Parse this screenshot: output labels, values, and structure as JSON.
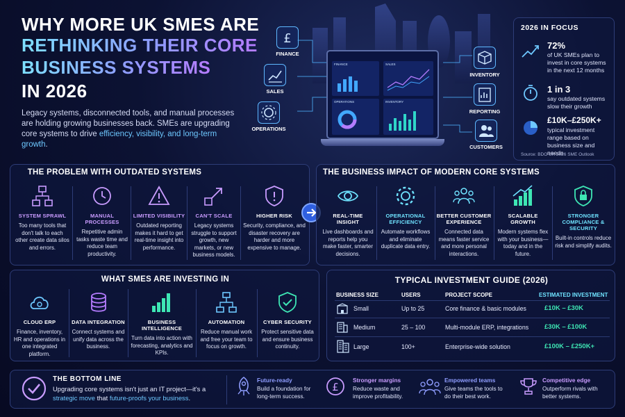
{
  "hero": {
    "line1": "WHY MORE UK SMES ARE",
    "line2": "RETHINKING THEIR CORE",
    "line3": "BUSINESS SYSTEMS",
    "line4": "IN 2026",
    "intro_main": "Legacy systems, disconnected tools, and manual processes are holding growing businesses back. SMEs are upgrading core systems to drive ",
    "intro_highlight": "efficiency, visibility, and long-term growth",
    "intro_end": "."
  },
  "hub": {
    "nodes": [
      {
        "label": "FINANCE",
        "icon": "pound-icon"
      },
      {
        "label": "SALES",
        "icon": "sales-chart-icon"
      },
      {
        "label": "OPERATIONS",
        "icon": "gear-icon"
      },
      {
        "label": "INVENTORY",
        "icon": "box-icon"
      },
      {
        "label": "REPORTING",
        "icon": "report-icon"
      },
      {
        "label": "CUSTOMERS",
        "icon": "people-icon"
      }
    ],
    "screen_panels": [
      "FINANCE",
      "SALES",
      "OPERATIONS",
      "INVENTORY"
    ]
  },
  "focus": {
    "title": "2026 IN FOCUS",
    "stats": [
      {
        "value": "72%",
        "text": "of UK SMEs plan to invest in core systems in the next 12 months",
        "icon": "growth-chart-icon"
      },
      {
        "value": "1 in 3",
        "text": "say outdated systems slow their growth",
        "icon": "stopwatch-icon"
      },
      {
        "value": "£10K–£250K+",
        "text": "typical investment range based on business size and needs",
        "icon": "pie-chart-icon"
      }
    ],
    "source": "Source: BDO UK 2026 SME Outlook"
  },
  "problem": {
    "title": "THE PROBLEM WITH OUTDATED SYSTEMS",
    "items": [
      {
        "title": "SYSTEM SPRAWL",
        "desc": "Too many tools that don't talk to each other create data silos and errors.",
        "icon": "network-icon"
      },
      {
        "title": "MANUAL PROCESSES",
        "desc": "Repetitive admin tasks waste time and reduce team productivity.",
        "icon": "clock-icon"
      },
      {
        "title": "LIMITED VISIBILITY",
        "desc": "Outdated reporting makes it hard to get real-time insight into performance.",
        "icon": "warning-icon"
      },
      {
        "title": "CAN'T SCALE",
        "desc": "Legacy systems struggle to support growth, new markets, or new business models.",
        "icon": "scale-arrow-icon"
      },
      {
        "title": "HIGHER RISK",
        "desc": "Security, compliance, and disaster recovery are harder and more expensive to manage.",
        "icon": "shield-alert-icon"
      }
    ]
  },
  "impact": {
    "title": "THE BUSINESS IMPACT OF MODERN CORE SYSTEMS",
    "items": [
      {
        "title": "REAL-TIME INSIGHT",
        "desc": "Live dashboards and reports help you make faster, smarter decisions.",
        "icon": "eye-icon"
      },
      {
        "title": "OPERATIONAL EFFICIENCY",
        "desc": "Automate workflows and eliminate duplicate data entry.",
        "icon": "gear-icon"
      },
      {
        "title": "BETTER CUSTOMER EXPERIENCE",
        "desc": "Connected data means faster service and more personal interactions.",
        "icon": "people-icon"
      },
      {
        "title": "SCALABLE GROWTH",
        "desc": "Modern systems flex with your business—today and in the future.",
        "icon": "growth-bars-icon"
      },
      {
        "title": "STRONGER COMPLIANCE & SECURITY",
        "desc": "Built-in controls reduce risk and simplify audits.",
        "icon": "shield-lock-icon"
      }
    ]
  },
  "investing": {
    "title": "WHAT SMES ARE INVESTING IN",
    "items": [
      {
        "title": "CLOUD ERP",
        "desc": "Finance, inventory, HR and operations in one integrated platform.",
        "icon": "cloud-icon"
      },
      {
        "title": "DATA INTEGRATION",
        "desc": "Connect systems and unify data across the business.",
        "icon": "database-icon"
      },
      {
        "title": "BUSINESS INTELLIGENCE",
        "desc": "Turn data into action with forecasting, analytics and KPIs.",
        "icon": "bar-chart-icon"
      },
      {
        "title": "AUTOMATION",
        "desc": "Reduce manual work and free your team to focus on growth.",
        "icon": "workflow-icon"
      },
      {
        "title": "CYBER SECURITY",
        "desc": "Protect sensitive data and ensure business continuity.",
        "icon": "shield-check-icon"
      }
    ]
  },
  "guide": {
    "title": "TYPICAL INVESTMENT GUIDE (2026)",
    "headers": [
      "BUSINESS SIZE",
      "USERS",
      "PROJECT SCOPE",
      "ESTIMATED INVESTMENT"
    ],
    "rows": [
      {
        "size": "Small",
        "users": "Up to 25",
        "scope": "Core finance & basic modules",
        "investment": "£10K – £30K"
      },
      {
        "size": "Medium",
        "users": "25 – 100",
        "scope": "Multi-module ERP, integrations",
        "investment": "£30K – £100K"
      },
      {
        "size": "Large",
        "users": "100+",
        "scope": "Enterprise-wide solution",
        "investment": "£100K – £250K+"
      }
    ]
  },
  "bottom": {
    "title": "THE BOTTOM LINE",
    "text_main": "Upgrading core systems isn't just an IT project—it's a ",
    "text_hl": "strategic move",
    "text_mid": " that ",
    "text_hl2": "future-proofs your business",
    "text_end": ".",
    "items": [
      {
        "title": "Future-ready",
        "desc": "Build a foundation for long-term success.",
        "icon": "rocket-icon"
      },
      {
        "title": "Stronger margins",
        "desc": "Reduce waste and improve profitability.",
        "icon": "pound-coin-icon"
      },
      {
        "title": "Empowered teams",
        "desc": "Give teams the tools to do their best work.",
        "icon": "team-icon"
      },
      {
        "title": "Competitive edge",
        "desc": "Outperform rivals with better systems.",
        "icon": "trophy-icon"
      }
    ]
  },
  "colors": {
    "accent_cyan": "#6fe3ff",
    "accent_purple": "#c99cff",
    "accent_green": "#3ee6b4",
    "panel_border": "#2e3d78"
  }
}
